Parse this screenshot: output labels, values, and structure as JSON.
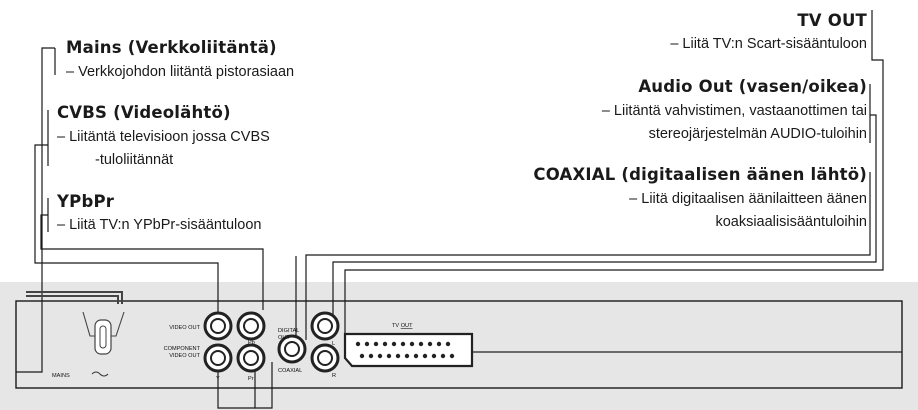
{
  "left": {
    "mains": {
      "title": "Mains (Verkkoliitäntä)",
      "desc": "–    Verkkojohdon liitäntä pistorasiaan"
    },
    "cvbs": {
      "title": "CVBS (Videolähtö)",
      "desc_line1": "–    Liitäntä televisioon jossa CVBS",
      "desc_line2": "-tuloliitännät"
    },
    "ypbpr": {
      "title": "YPbPr",
      "desc": "–    Liitä TV:n YPbPr-sisääntuloon"
    }
  },
  "right": {
    "tvout": {
      "title": "TV OUT",
      "desc": "– Liitä TV:n Scart-sisääntuloon"
    },
    "audio": {
      "title": "Audio Out (vasen/oikea)",
      "desc_line1": "– Liitäntä vahvistimen, vastaanottimen tai",
      "desc_line2": "stereojärjestelmän AUDIO-tuloihin"
    },
    "coaxial": {
      "title": "COAXIAL (digitaalisen äänen lähtö)",
      "desc_line1": "– Liitä digitaalisen äänilaitteen äänen",
      "desc_line2": "koaksiaalisisääntuloihin"
    }
  },
  "panel": {
    "mains": "MAINS",
    "video_out": "VIDEO OUT",
    "component_line1": "COMPONENT",
    "component_line2": "VIDEO OUT",
    "y": "Y",
    "pb": "Pb",
    "pr": "Pr",
    "digital_line1": "DIGITAL",
    "digital_line2": "OUT",
    "coaxial": "COAXIAL",
    "l": "L",
    "r": "R",
    "tv_prefix": "TV ",
    "tv_out": "OUT"
  }
}
